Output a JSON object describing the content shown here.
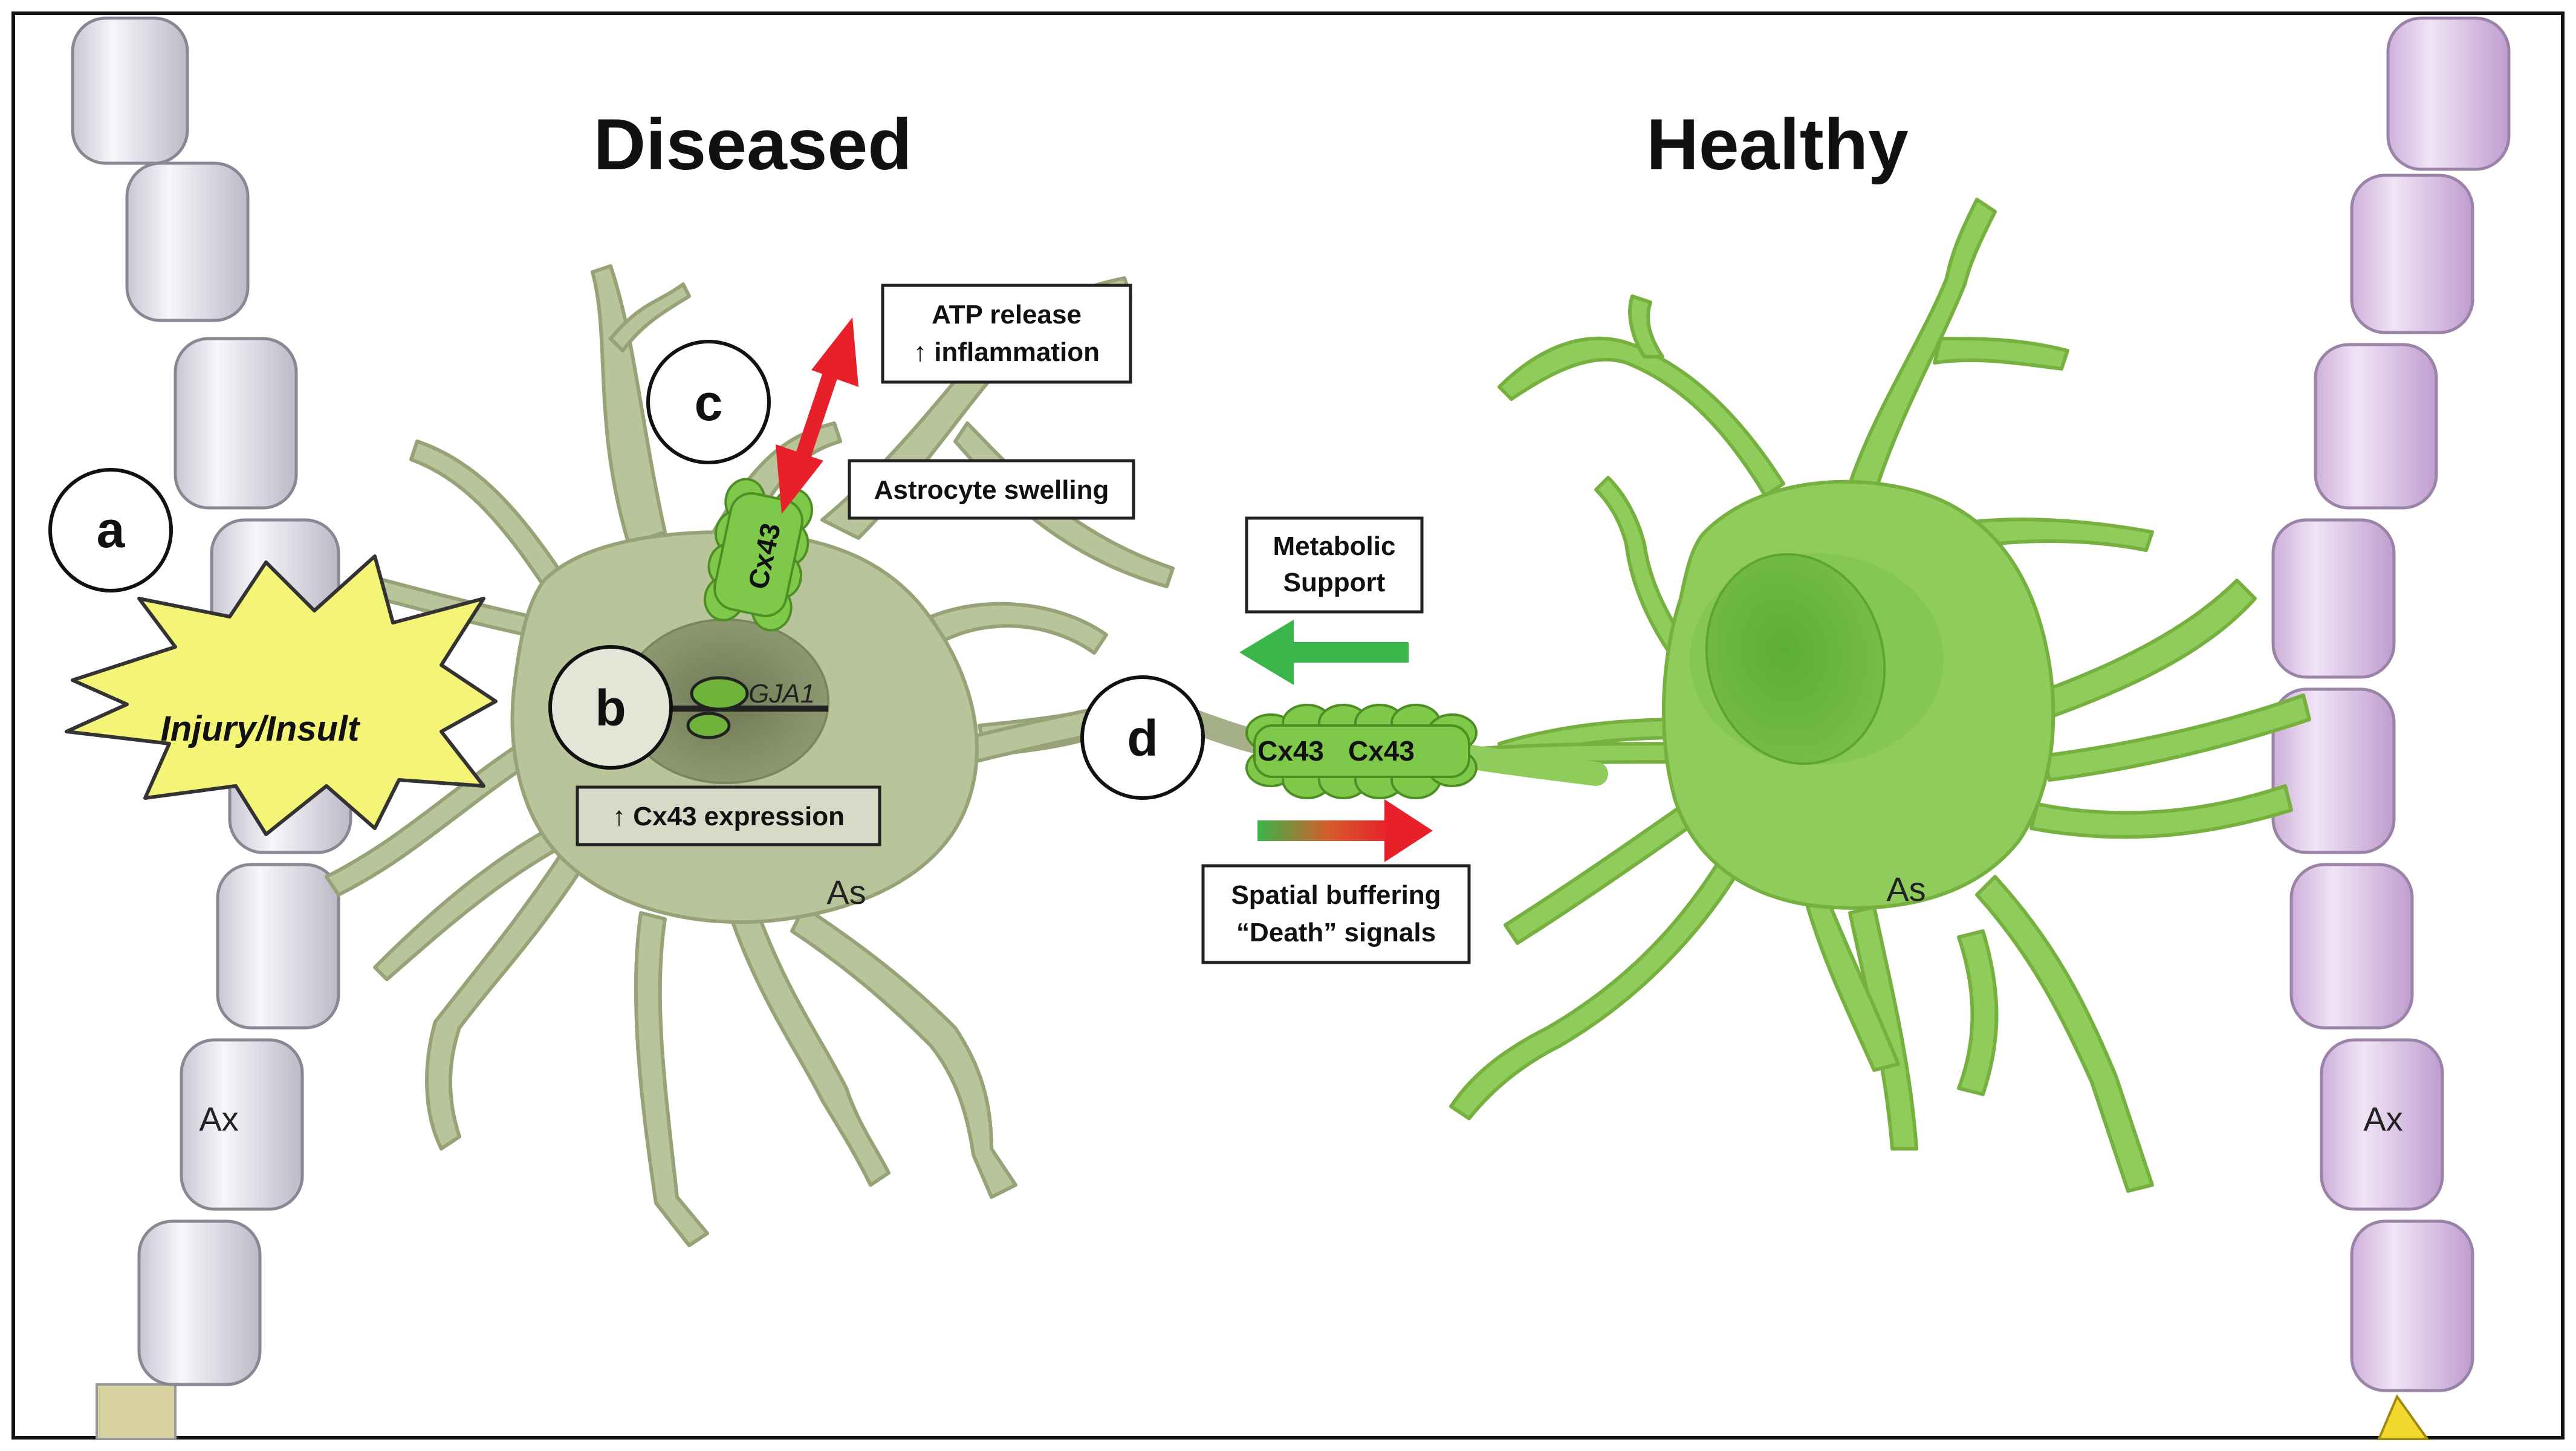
{
  "titles": {
    "diseased": "Diseased",
    "healthy": "Healthy"
  },
  "markers": {
    "a": "a",
    "b": "b",
    "c": "c",
    "d": "d"
  },
  "injury": "Injury/Insult",
  "gene": "GJA1",
  "connexin": "Cx43",
  "boxes": {
    "atp_line1": "ATP release",
    "atp_line2": "↑ inflammation",
    "swelling": "Astrocyte swelling",
    "expression": "↑ Cx43 expression",
    "metabolic_line1": "Metabolic",
    "metabolic_line2": "Support",
    "buffering_line1": "Spatial buffering",
    "buffering_line2": "“Death” signals"
  },
  "cell_labels": {
    "astrocyte_left": "As",
    "astrocyte_right": "As",
    "axon_left": "Ax",
    "axon_right": "Ax"
  },
  "colors": {
    "diseased_astrocyte": "#b9c49a",
    "healthy_astrocyte": "#90cc5c",
    "connexin_green": "#7ec84a",
    "left_axon": "#e4e1ea",
    "right_axon": "#e2cdec",
    "injury_fill": "#f4f477",
    "red_arrow": "#e8202a",
    "green_arrow": "#3ab54a"
  }
}
